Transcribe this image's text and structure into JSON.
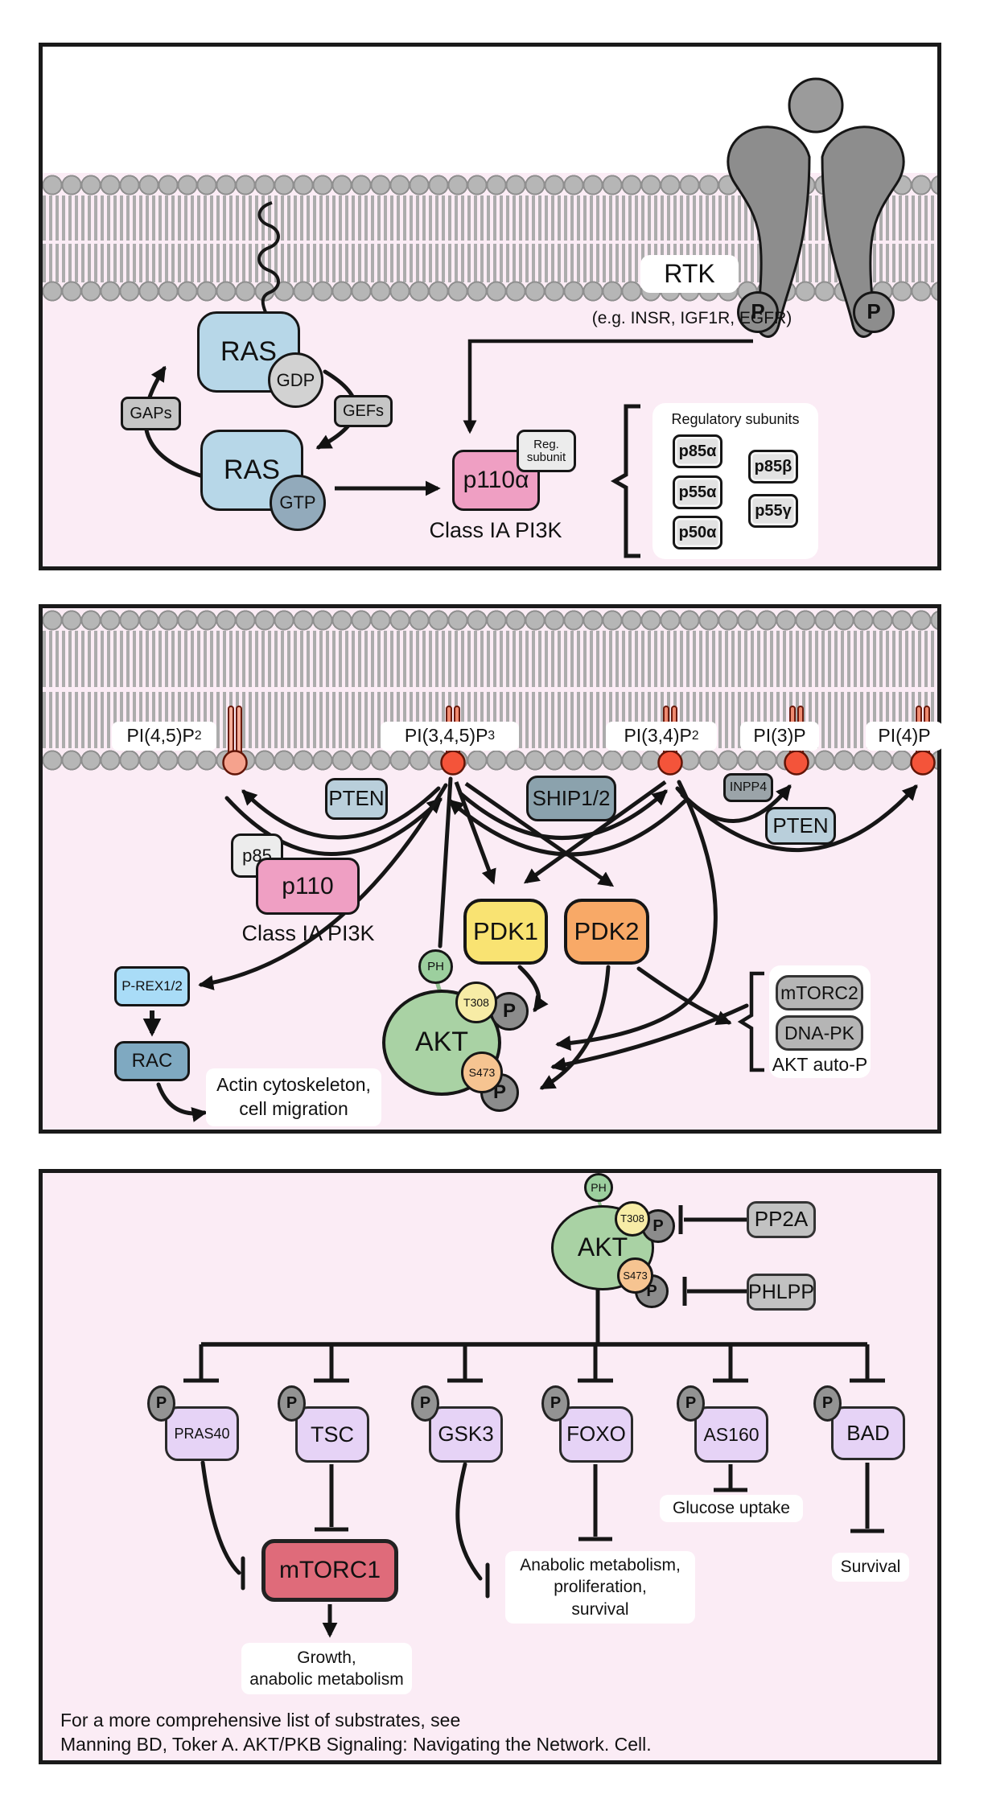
{
  "colors": {
    "panel_bg": "#fbecf5",
    "panel_border": "#1a1a1a",
    "membrane_gray": "#b6b6b6",
    "ras_blue": "#b7d7e8",
    "gdp_gray": "#d2d2d2",
    "gtp_slate": "#92aabb",
    "enzyme_gray": "#c6c6c6",
    "pi3k_pink": "#ef9fc3",
    "light_gray": "#ececec",
    "reg_box_gray": "#e2e2e2",
    "rtk_gray": "#8d8d8d",
    "lipid_red": "#f4543a",
    "lipid_salmon": "#f5a28d",
    "pten_blue": "#b9cfdb",
    "ship_slate": "#8ba2ad",
    "inpp4_gray": "#9ba4a9",
    "pdk1_yellow": "#f9e372",
    "pdk2_orange": "#f8a967",
    "akt_green": "#a9d2a4",
    "t308_yellow": "#f7eca6",
    "s473_peach": "#f6c491",
    "p_gray": "#8c8c8c",
    "prex_blue": "#a9dcf7",
    "rac_blue": "#7fa9c1",
    "mtor2_gray": "#b5b5b5",
    "substrate_lavender": "#e6d3f6",
    "mtorc1_red": "#df6b7a"
  },
  "panel1": {
    "rtk_label": "RTK",
    "rtk_examples": "(e.g. INSR, IGF1R, EGFR)",
    "phospho": "P",
    "ras_gdp": {
      "ras": "RAS",
      "nucleotide": "GDP"
    },
    "ras_gtp": {
      "ras": "RAS",
      "nucleotide": "GTP"
    },
    "gaps": "GAPs",
    "gefs": "GEFs",
    "p110a": "p110α",
    "reg_subunit_tag": {
      "line1": "Reg.",
      "line2": "subunit"
    },
    "class_ia": "Class IA PI3K",
    "regulatory": {
      "title": "Regulatory subunits",
      "col1": [
        "p85α",
        "p55α",
        "p50α"
      ],
      "col2": [
        "p85β",
        "p55γ"
      ]
    }
  },
  "panel2": {
    "lipids": [
      {
        "base": "PI(4,5)P",
        "sub": "2"
      },
      {
        "base": "PI(3,4,5)P",
        "sub": "3"
      },
      {
        "base": "PI(3,4)P",
        "sub": "2"
      },
      {
        "base": "PI(3)P",
        "sub": ""
      },
      {
        "base": "PI(4)P",
        "sub": ""
      }
    ],
    "pten_left": "PTEN",
    "ship": "SHIP1/2",
    "inpp4": "INPP4",
    "pten_right": "PTEN",
    "p85": "p85",
    "p110": "p110",
    "class_ia": "Class IA PI3K",
    "pdk1": "PDK1",
    "pdk2": "PDK2",
    "ph": "PH",
    "akt": "AKT",
    "t308": "T308",
    "s473": "S473",
    "phospho": "P",
    "prex": "P-REX1/2",
    "rac": "RAC",
    "actin": {
      "line1": "Actin cytoskeleton,",
      "line2": "cell migration"
    },
    "mtorc2": "mTORC2",
    "dnapk": "DNA-PK",
    "akt_auto": "AKT auto-P"
  },
  "panel3": {
    "ph": "PH",
    "akt": "AKT",
    "t308": "T308",
    "s473": "S473",
    "phospho": "P",
    "pp2a": "PP2A",
    "phlpp": "PHLPP",
    "substrates": [
      "PRAS40",
      "TSC",
      "GSK3",
      "FOXO",
      "AS160",
      "BAD"
    ],
    "glucose": "Glucose uptake",
    "mtorc1": "mTORC1",
    "anabolic": {
      "line1": "Anabolic metabolism,",
      "line2": "proliferation,",
      "line3": "survival"
    },
    "survival": "Survival",
    "growth": {
      "line1": "Growth,",
      "line2": "anabolic metabolism"
    },
    "footer": {
      "line1": "For a more comprehensive list of substrates, see",
      "line2": "Manning BD, Toker A. AKT/PKB Signaling: Navigating the Network. Cell."
    }
  }
}
